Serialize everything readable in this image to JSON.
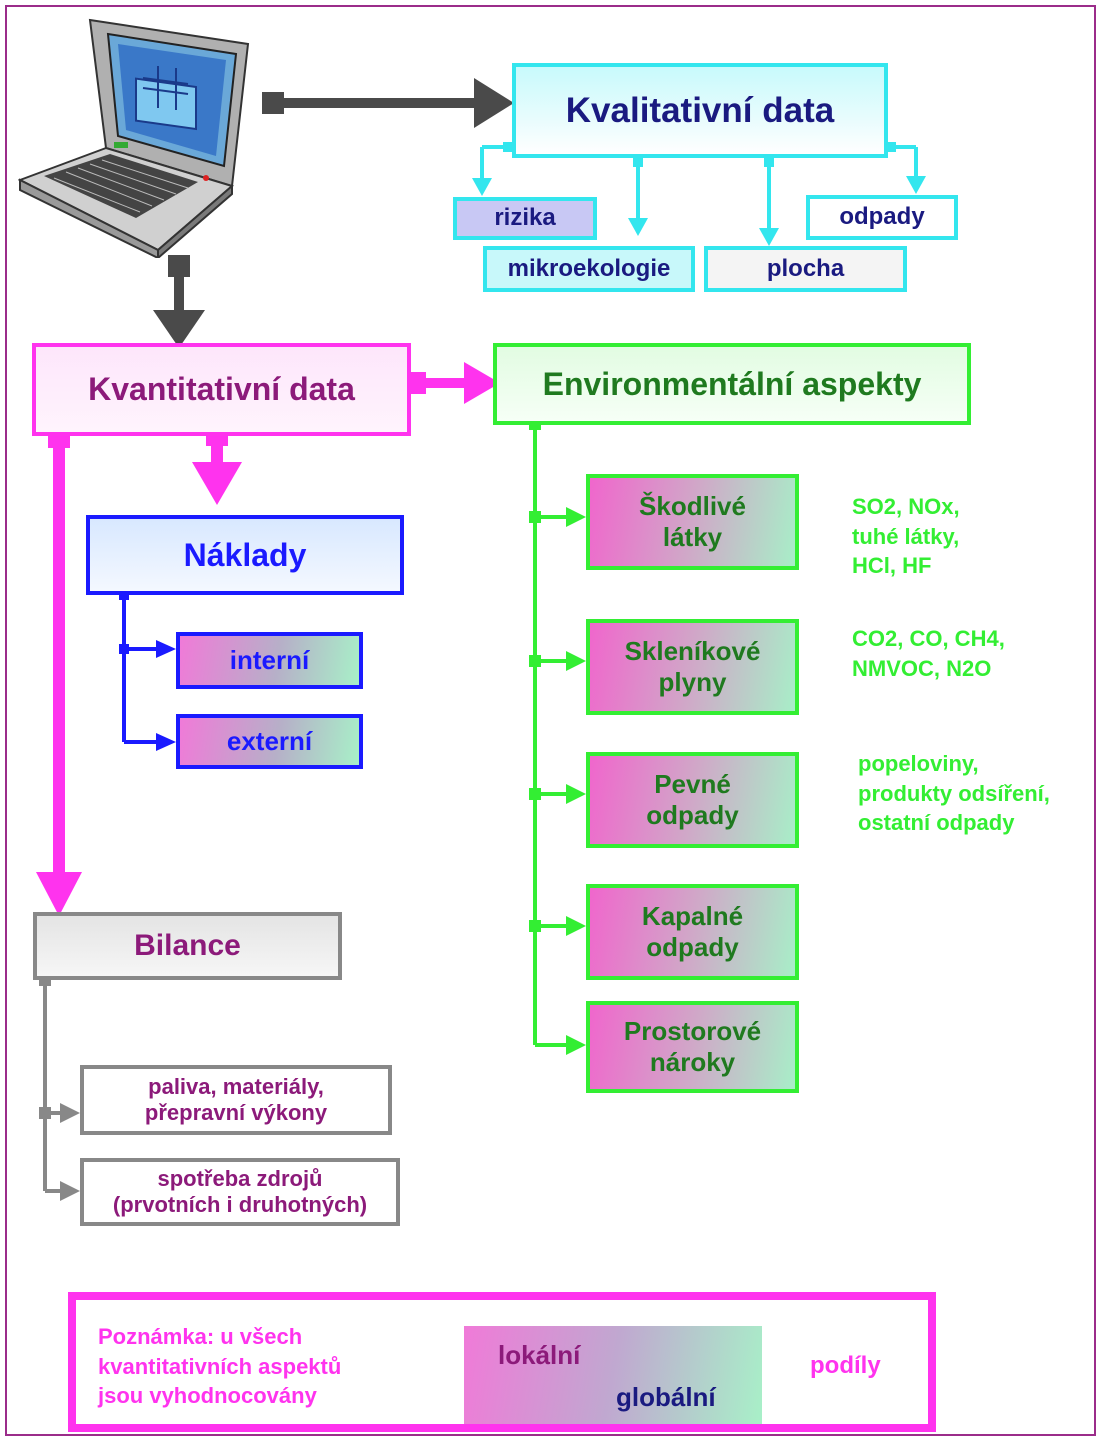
{
  "qualitative": {
    "title": "Kvalitativní data",
    "items": [
      "rizika",
      "mikroekologie",
      "plocha",
      "odpady"
    ]
  },
  "quantitative": {
    "title": "Kvantitativní data"
  },
  "costs": {
    "title": "Náklady",
    "items": [
      "interní",
      "externí"
    ]
  },
  "environmental": {
    "title": "Environmentální aspekty",
    "items": [
      {
        "label": [
          "Škodlivé",
          "látky"
        ],
        "note": [
          "SO2, NOx,",
          "tuhé látky,",
          "HCl, HF"
        ]
      },
      {
        "label": [
          "Skleníkové",
          "plyny"
        ],
        "note": [
          "CO2, CO, CH4,",
          "NMVOC, N2O"
        ]
      },
      {
        "label": [
          "Pevné",
          "odpady"
        ],
        "note": [
          "popeloviny,",
          "produkty odsíření,",
          "ostatní odpady"
        ]
      },
      {
        "label": [
          "Kapalné",
          "odpady"
        ],
        "note": []
      },
      {
        "label": [
          "Prostorové",
          "nároky"
        ],
        "note": []
      }
    ]
  },
  "balance": {
    "title": "Bilance",
    "items": [
      [
        "paliva, materiály,",
        "přepravní výkony"
      ],
      [
        "spotřeba zdrojů",
        "(prvotních i druhotných)"
      ]
    ]
  },
  "footnote": {
    "text": [
      "Poznámka: u všech",
      "kvantitativních aspektů",
      "jsou vyhodnocovány"
    ],
    "scale_left": "lokální",
    "scale_right": "globální",
    "suffix": "podíly"
  },
  "colors": {
    "cyan": "#33e6ee",
    "navy": "#1a1a80",
    "magenta": "#ff33ee",
    "purple": "#8c1a7a",
    "green": "#33ee33",
    "dark_green": "#1f7a1f",
    "blue": "#1a1aff",
    "gray": "#888888",
    "dark_arrow": "#4a4a4a"
  },
  "icons": {
    "computer": "laptop-computer-icon"
  }
}
